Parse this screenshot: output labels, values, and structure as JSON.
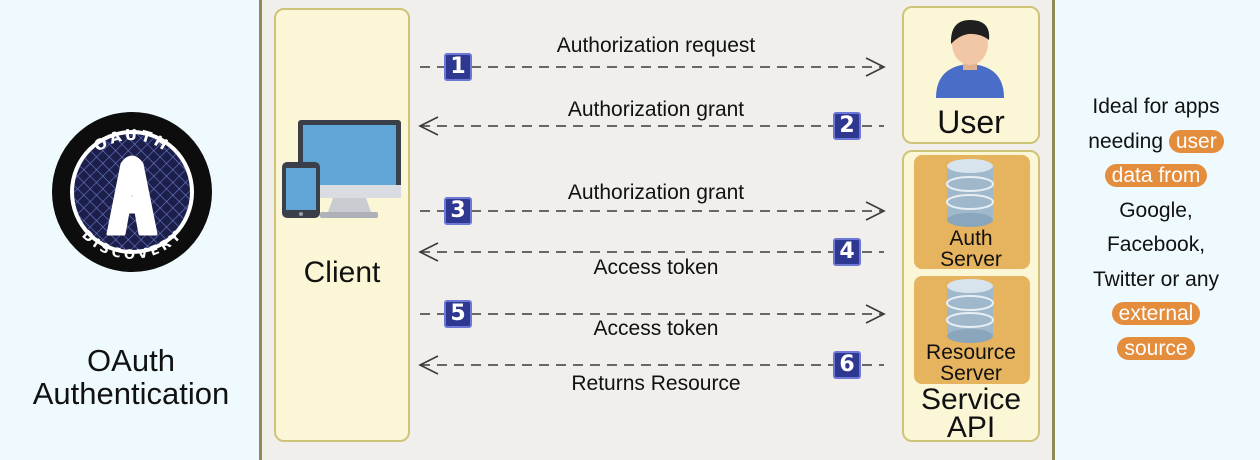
{
  "app": {
    "title": "OAuth\nAuthentication",
    "logo": {
      "top_text": "OAUTH",
      "bottom_text": "DISCOVERY",
      "letter": "A"
    }
  },
  "actors": {
    "client": "Client",
    "user": "User",
    "auth_server": "Auth\nServer",
    "resource_server": "Resource\nServer",
    "service_api": "Service\nAPI"
  },
  "steps": [
    {
      "num": "1",
      "label": "Authorization request",
      "direction": "to-user"
    },
    {
      "num": "2",
      "label": "Authorization grant",
      "direction": "to-client"
    },
    {
      "num": "3",
      "label": "Authorization grant",
      "direction": "to-auth-server"
    },
    {
      "num": "4",
      "label": "Access token",
      "direction": "to-client"
    },
    {
      "num": "5",
      "label": "Access token",
      "direction": "to-resource-server"
    },
    {
      "num": "6",
      "label": "Returns Resource",
      "direction": "to-client"
    }
  ],
  "description": {
    "lines": [
      "Ideal for apps",
      "needing",
      "user",
      "data from",
      "Google,",
      "Facebook,",
      "Twitter or any",
      "external",
      "source"
    ]
  },
  "colors": {
    "badge": "#2f3891",
    "highlight": "#e38d3d",
    "server_card": "#e6b35e",
    "box_fill": "#fbf7d6",
    "panel_fill": "#eefafd"
  }
}
